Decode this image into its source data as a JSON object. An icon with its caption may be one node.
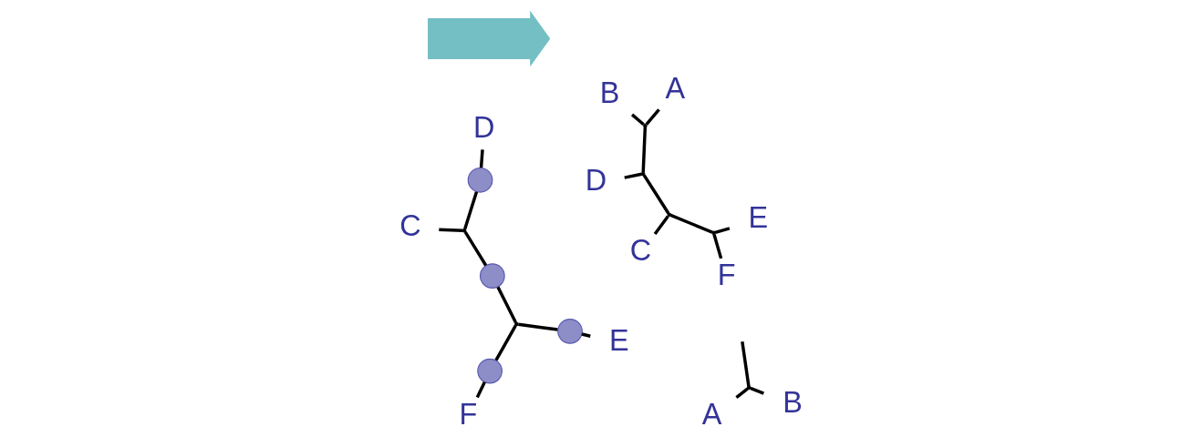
{
  "diagram": {
    "nodes": [
      {
        "text": [
          "A"
        ]
      },
      {
        "text": [
          "B"
        ]
      },
      {
        "text": [],
        "shape": "point"
      },
      {
        "text": [
          "C"
        ]
      },
      {
        "text": [],
        "shape": "point"
      },
      {
        "text": [
          "D"
        ]
      },
      {
        "text": [],
        "shape": "circle"
      },
      {
        "text": [],
        "shape": "circle"
      },
      {
        "text": [],
        "shape": "point"
      },
      {
        "text": [],
        "shape": "circle"
      },
      {
        "text": [],
        "shape": "circle"
      },
      {
        "text": [
          "F"
        ]
      },
      {
        "text": [
          "E"
        ]
      },
      {
        "text": [],
        "shape": "arrow"
      },
      {
        "text": [
          "D"
        ]
      },
      {
        "text": [
          "A"
        ]
      },
      {
        "text": [
          "C"
        ]
      },
      {
        "text": [
          "B"
        ]
      },
      {
        "text": [
          "F"
        ]
      },
      {
        "text": [
          "E"
        ]
      },
      {
        "text": [],
        "shape": "point"
      },
      {
        "text": [],
        "shape": "point"
      },
      {
        "text": [],
        "shape": "point"
      },
      {
        "text": [],
        "shape": "point"
      }
    ],
    "edges": [
      {
        "from": 0,
        "to": 2,
        "arrow": "none"
      },
      {
        "from": 1,
        "to": 2,
        "arrow": "none"
      },
      {
        "from": 2,
        "to": null,
        "arrow": "none"
      },
      {
        "from": 3,
        "to": 4,
        "arrow": "none"
      },
      {
        "from": 4,
        "to": 6,
        "arrow": "none"
      },
      {
        "from": 6,
        "to": 5,
        "arrow": "none"
      },
      {
        "from": 4,
        "to": 7,
        "arrow": "none"
      },
      {
        "from": 7,
        "to": 8,
        "arrow": "none"
      },
      {
        "from": 8,
        "to": 9,
        "arrow": "none"
      },
      {
        "from": 9,
        "to": 11,
        "arrow": "none"
      },
      {
        "from": 8,
        "to": 10,
        "arrow": "none"
      },
      {
        "from": 10,
        "to": 12,
        "arrow": "none"
      },
      {
        "from": 16,
        "to": 20,
        "arrow": "none"
      },
      {
        "from": 20,
        "to": 21,
        "arrow": "none"
      },
      {
        "from": 14,
        "to": 21,
        "arrow": "none"
      },
      {
        "from": 21,
        "to": 22,
        "arrow": "none"
      },
      {
        "from": 22,
        "to": 15,
        "arrow": "none"
      },
      {
        "from": 22,
        "to": 17,
        "arrow": "none"
      },
      {
        "from": 20,
        "to": 23,
        "arrow": "none"
      },
      {
        "from": 23,
        "to": 18,
        "arrow": "none"
      },
      {
        "from": 23,
        "to": 19,
        "arrow": "none"
      }
    ]
  }
}
